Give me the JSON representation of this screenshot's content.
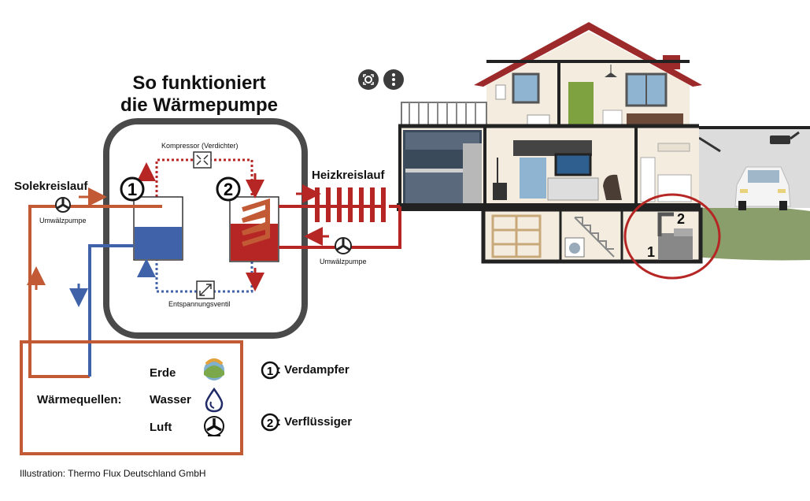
{
  "title": {
    "line1": "So funktioniert",
    "line2": "die Wärmepumpe"
  },
  "labels": {
    "compressor": "Kompressor (Verdichter)",
    "expansion_valve": "Entspannungsventil",
    "brine_circuit": "Solekreislauf",
    "circulation_pump_left": "Umwälzpumpe",
    "circulation_pump_right": "Umwälzpumpe",
    "heating_circuit": "Heizkreislauf",
    "marker_1": "1",
    "marker_2": "2"
  },
  "heat_sources": {
    "heading": "Wärmequellen:",
    "items": [
      {
        "label": "Erde",
        "icon": "earth-icon"
      },
      {
        "label": "Wasser",
        "icon": "water-drop-icon"
      },
      {
        "label": "Luft",
        "icon": "fan-icon"
      }
    ]
  },
  "legend": [
    {
      "number": "1",
      "text": ": Verdampfer"
    },
    {
      "number": "2",
      "text": ": Verflüssiger"
    }
  ],
  "house": {
    "marker_1": "1",
    "marker_2": "2"
  },
  "credit": "Illustration: Thermo Flux Deutschland GmbH",
  "overlay_buttons": [
    {
      "icon": "lens-icon"
    },
    {
      "icon": "more-vertical-icon"
    }
  ],
  "colors": {
    "hot": "#b52624",
    "warm_pipe": "#c25a36",
    "cold": "#3f62a8",
    "frame": "#4a4a4a",
    "house_wall": "#f3ecdf",
    "roof": "#9c2a2a",
    "grass": "#8a9e6b"
  }
}
